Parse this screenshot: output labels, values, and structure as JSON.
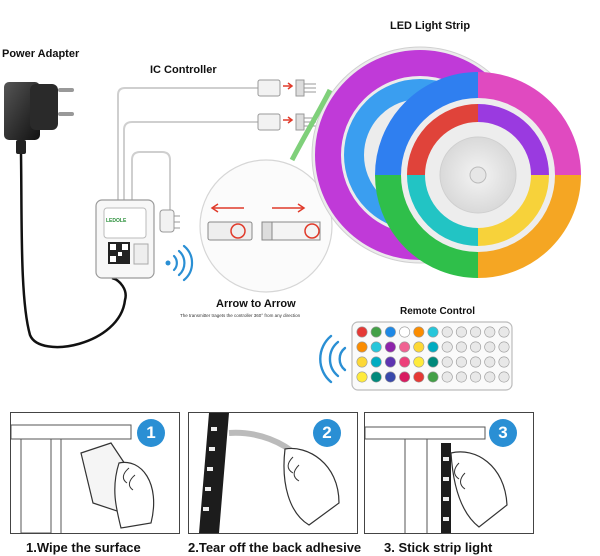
{
  "labels": {
    "power_adapter": "Power Adapter",
    "ic_controller": "IC Controller",
    "led_light_strip": "LED Light Strip",
    "arrow_to_arrow": "Arrow to Arrow",
    "arrow_to_arrow_note": "The transmitter tragets the controller 360° from any direction",
    "remote_control": "Remote Control",
    "controller_brand": "LEDOLE"
  },
  "steps": [
    {
      "number": "1",
      "caption": "1.Wipe the surface"
    },
    {
      "number": "2",
      "caption": "2.Tear off the back adhesive"
    },
    {
      "number": "3",
      "caption": "3. Stick strip light"
    }
  ],
  "icons": [
    "power-adapter-icon",
    "ic-controller-icon",
    "led-strip-reel-icon",
    "remote-control-icon",
    "wireless-signal-icon",
    "connector-icon"
  ],
  "colors": {
    "accent": "#2a8fd4",
    "connector_arrow": "#e03a2a",
    "remote_keys": [
      "#e53935",
      "#43a047",
      "#1e88e5",
      "#ffffff",
      "#fb8c00",
      "#26c6da",
      "#8e24aa",
      "#f06292",
      "#fdd835",
      "#00acc1",
      "#5e35b1",
      "#ec407a",
      "#ffeb3b",
      "#00897b",
      "#3949ab",
      "#d81b60"
    ]
  }
}
